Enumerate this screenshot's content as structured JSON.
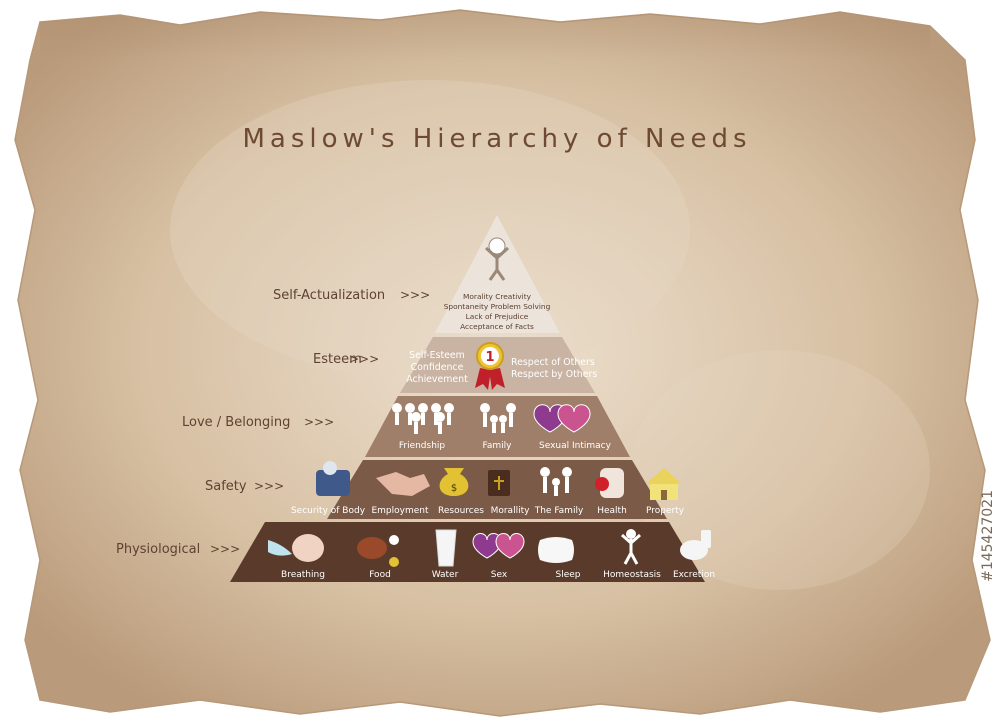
{
  "title": "Maslow's Hierarchy of Needs",
  "watermark_id": "#145427021",
  "levels": [
    {
      "label": "Self-Actualization",
      "arrow": ">>>"
    },
    {
      "label": "Esteem",
      "arrow": ">>>"
    },
    {
      "label": "Love / Belonging",
      "arrow": ">>>"
    },
    {
      "label": "Safety",
      "arrow": ">>>"
    },
    {
      "label": "Physiological",
      "arrow": ">>>"
    }
  ],
  "self_actualization": {
    "lines": [
      "Morality  Creativity",
      "Spontaneity  Problem Solving",
      "Lack of Prejudice",
      "Acceptance of Facts"
    ]
  },
  "esteem": {
    "left": [
      "Self-Esteem",
      "Confidence",
      "Achievement"
    ],
    "badge": "1",
    "right": [
      "Respect of Others",
      "Respect by Others"
    ]
  },
  "love": {
    "items": [
      "Friendship",
      "Family",
      "Sexual Intimacy"
    ]
  },
  "safety": {
    "items": [
      "Security of Body",
      "Employment",
      "Resources",
      "Morallity",
      "The Family",
      "Health",
      "Property"
    ]
  },
  "physiological": {
    "items": [
      "Breathing",
      "Food",
      "Water",
      "Sex",
      "Sleep",
      "Homeostasis",
      "Excretion"
    ]
  },
  "colors": {
    "paper": "#d9c4a8",
    "tier1": "#ece3db",
    "tier2": "#c9b3a3",
    "tier3": "#9f7f69",
    "tier4": "#7b5a47",
    "tier5": "#5a3a2a",
    "text": "#6e4a33"
  }
}
